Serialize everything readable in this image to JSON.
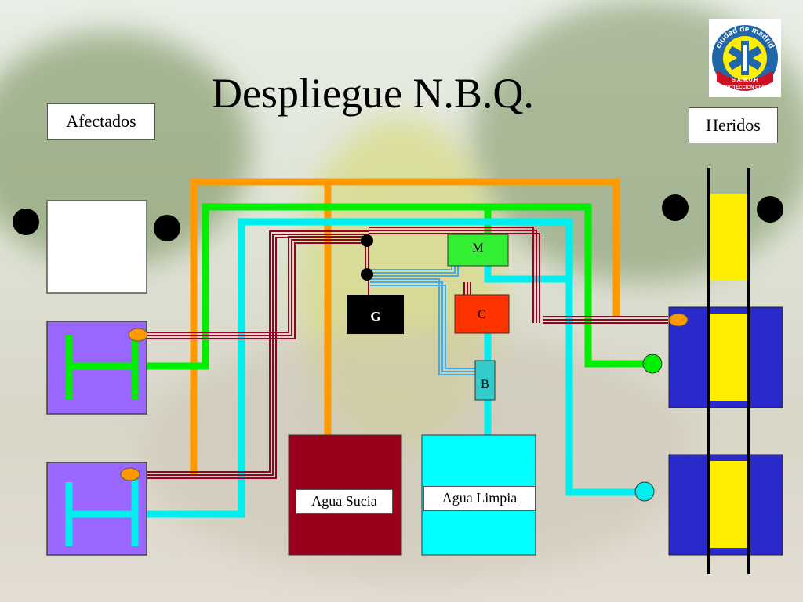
{
  "title": "Despliegue N.B.Q.",
  "labels": {
    "afectados": "Afectados",
    "heridos": "Heridos",
    "agua_sucia": "Agua Sucia",
    "agua_limpia": "Agua Limpia",
    "unit_g": "G",
    "unit_m": "M",
    "unit_c": "C",
    "unit_b": "B"
  },
  "logo": {
    "top_text": "ciudad de madrid",
    "bottom_text1": "S.A.M.U.R",
    "bottom_text2": "PROTECCION CIVIL"
  },
  "colors": {
    "orange": "#ff9900",
    "green": "#00ee00",
    "cyan": "#00eeee",
    "dark_red": "#990022",
    "light_blue": "#44aaee",
    "purple": "#9966ff",
    "blue": "#2a2acc",
    "yellow": "#ffee00",
    "tank_dirty": "#99001c",
    "tank_clean": "#00ffff",
    "c_unit": "#ff3300",
    "m_unit": "#33ee33",
    "b_unit": "#33cccc"
  }
}
